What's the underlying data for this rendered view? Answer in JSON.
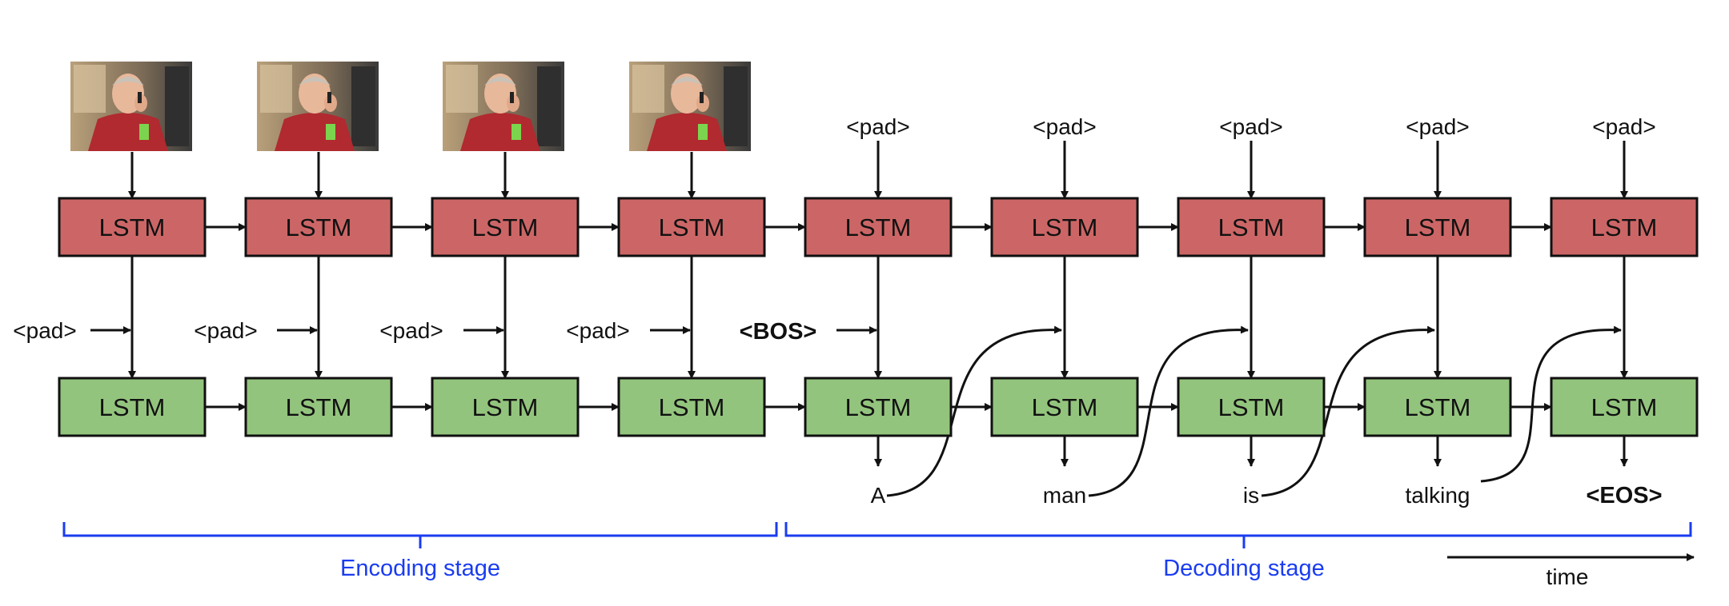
{
  "colors": {
    "top_lstm_fill": "#cc6666",
    "bottom_lstm_fill": "#93c47d",
    "stage_bracket": "#1a3cf0",
    "stroke": "#111111"
  },
  "lstm_label": "LSTM",
  "top_inputs": [
    "<pad>",
    "<pad>",
    "<pad>",
    "<pad>",
    "<pad>"
  ],
  "mid_inputs": [
    "<pad>",
    "<pad>",
    "<pad>",
    "<pad>",
    "<BOS>"
  ],
  "outputs": [
    "A",
    "man",
    "is",
    "talking",
    "<EOS>"
  ],
  "encoding_frames": [
    "video-frame-1",
    "video-frame-2",
    "video-frame-3",
    "video-frame-4"
  ],
  "stages": {
    "encoding": "Encoding stage",
    "decoding": "Decoding stage"
  },
  "time_label": "time"
}
